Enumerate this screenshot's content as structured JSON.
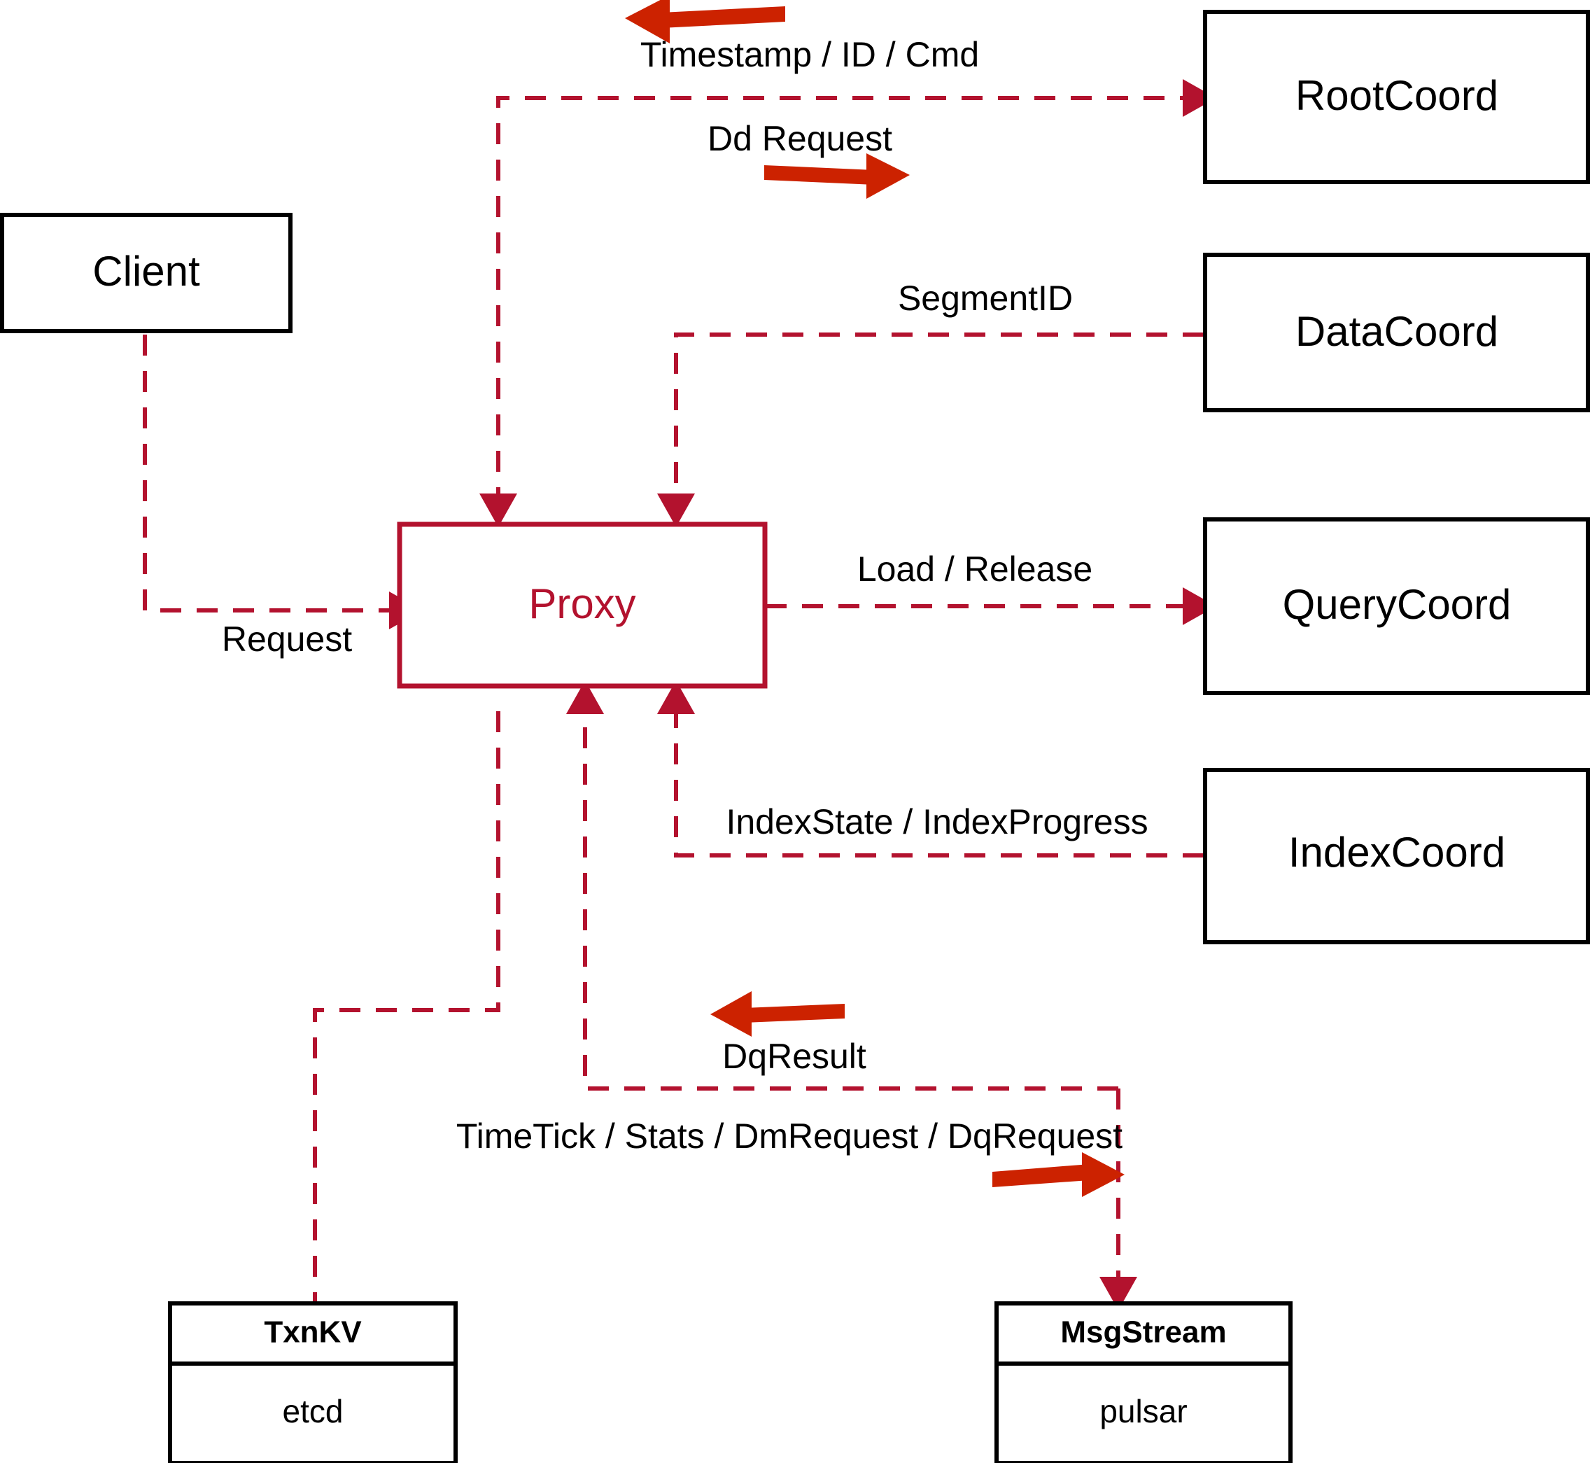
{
  "diagram": {
    "title": "Proxy architecture dataflow",
    "colors": {
      "accent": "#B3122E",
      "flow_arrow": "#CC2200",
      "node_stroke": "#000000",
      "background": "#FFFFFF"
    },
    "nodes": {
      "client": {
        "label": "Client"
      },
      "proxy": {
        "label": "Proxy"
      },
      "root_coord": {
        "label": "RootCoord"
      },
      "data_coord": {
        "label": "DataCoord"
      },
      "query_coord": {
        "label": "QueryCoord"
      },
      "index_coord": {
        "label": "IndexCoord"
      },
      "txnkv": {
        "label": "TxnKV",
        "impl": "etcd"
      },
      "msgstream": {
        "label": "MsgStream",
        "impl": "pulsar"
      }
    },
    "edges": [
      {
        "id": "request",
        "label": "Request",
        "from": "client",
        "to": "proxy",
        "direction": "right"
      },
      {
        "id": "timestamp-id-cmd",
        "label": "Timestamp / ID / Cmd",
        "from": "root_coord",
        "to": "proxy",
        "direction": "left"
      },
      {
        "id": "dd-request",
        "label": "Dd Request",
        "from": "proxy",
        "to": "root_coord",
        "direction": "right"
      },
      {
        "id": "segment-id",
        "label": "SegmentID",
        "from": "data_coord",
        "to": "proxy",
        "direction": "left"
      },
      {
        "id": "load-release",
        "label": "Load / Release",
        "from": "proxy",
        "to": "query_coord",
        "direction": "right"
      },
      {
        "id": "index-state",
        "label": "IndexState / IndexProgress",
        "from": "index_coord",
        "to": "proxy",
        "direction": "left"
      },
      {
        "id": "dq-result",
        "label": "DqResult",
        "from": "msgstream",
        "to": "proxy",
        "direction": "left"
      },
      {
        "id": "timetick-stats",
        "label": "TimeTick / Stats / DmRequest / DqRequest",
        "from": "proxy",
        "to": "msgstream",
        "direction": "right"
      }
    ]
  }
}
